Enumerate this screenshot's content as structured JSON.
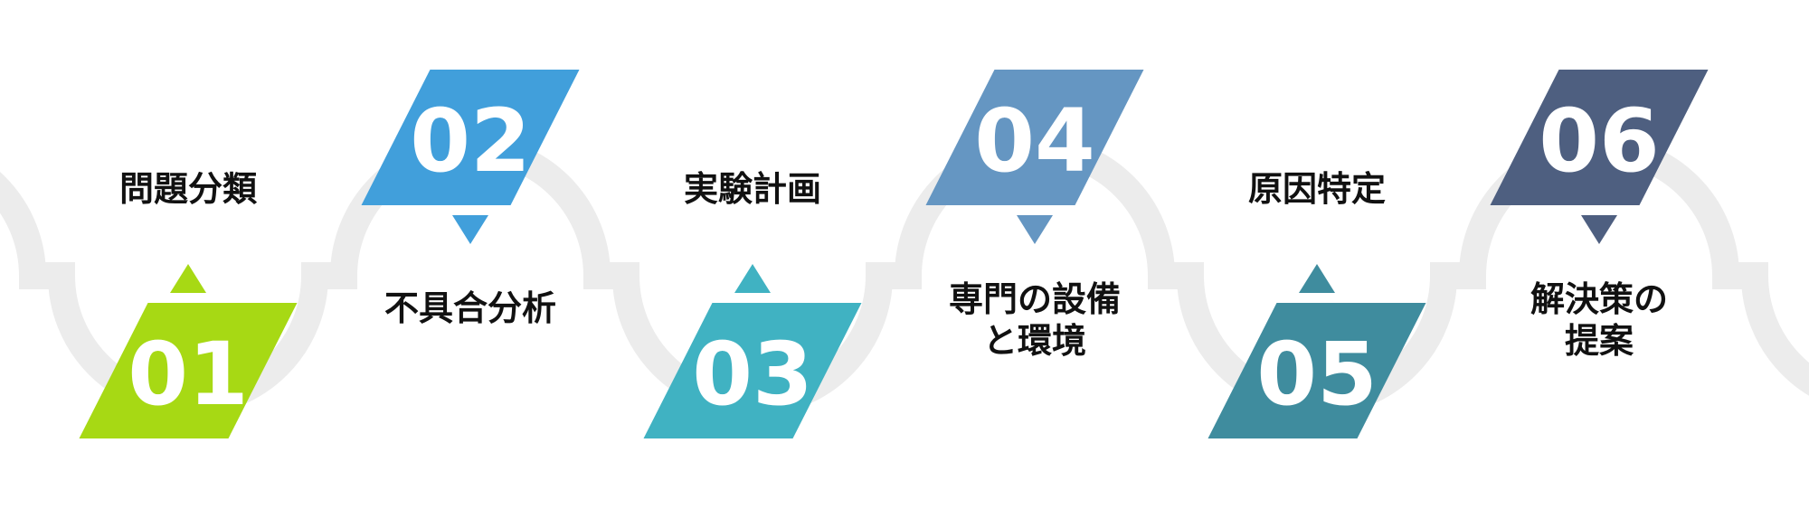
{
  "steps": [
    {
      "number": "01",
      "label": "問題分類",
      "color": "#a7d914",
      "position": "low"
    },
    {
      "number": "02",
      "label": "不具合分析",
      "color": "#419fdb",
      "position": "high"
    },
    {
      "number": "03",
      "label": "実験計画",
      "color": "#40b2c2",
      "position": "low"
    },
    {
      "number": "04",
      "label": "専門の設備\nと環境",
      "color": "#6596c2",
      "position": "high"
    },
    {
      "number": "05",
      "label": "原因特定",
      "color": "#3f8c9e",
      "position": "low"
    },
    {
      "number": "06",
      "label": "解決策の\n提案",
      "color": "#4e5f80",
      "position": "high"
    }
  ],
  "wave_color": "#ececec"
}
